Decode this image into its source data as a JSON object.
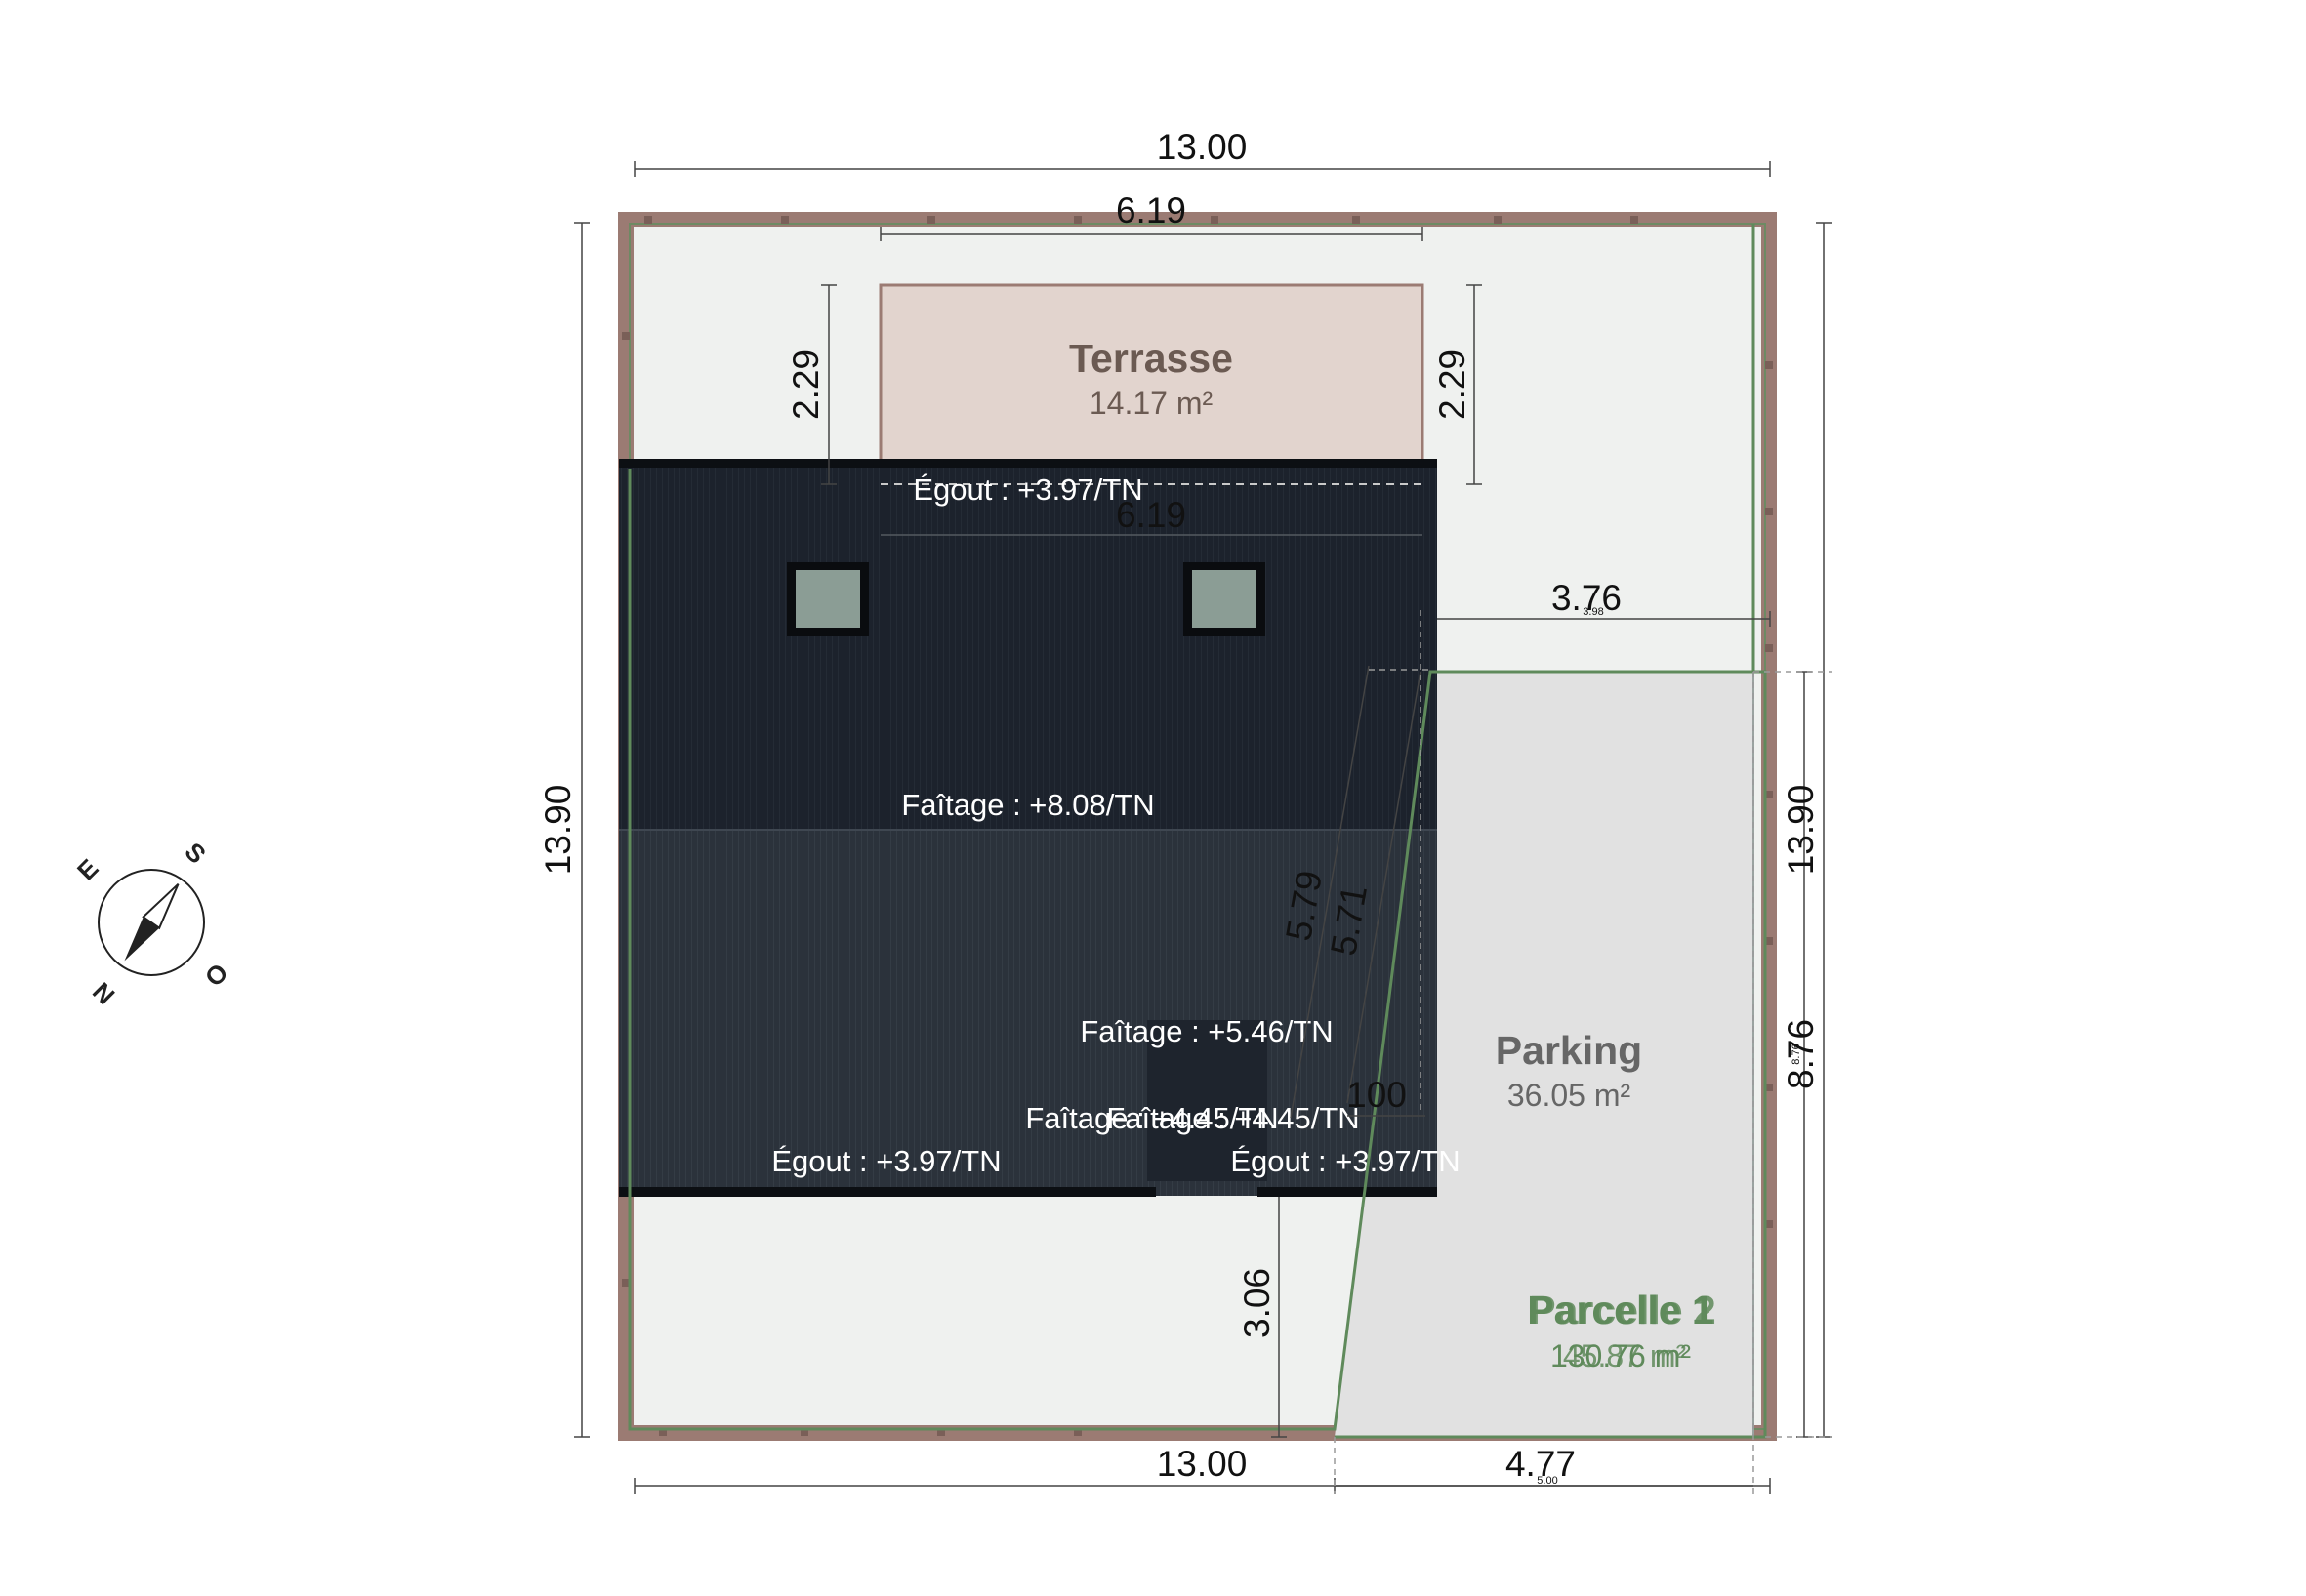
{
  "plot": {
    "dims": {
      "top_width": "13.00",
      "bottom_width": "13.00",
      "left_height": "13.90",
      "right_height": "13.90"
    }
  },
  "terrasse": {
    "title": "Terrasse",
    "area": "14.17 m²",
    "dim_width": "6.19",
    "dim_height_left": "2.29",
    "dim_height_right": "2.29"
  },
  "roof": {
    "width_dim": "6.19",
    "labels": {
      "egout_top": "Égout : +3.97/TN",
      "faitage_main": "Faîtage : +8.08/TN",
      "faitage_annex": "Faîtage : +5.46/TN",
      "faitage_overlap_a": "Faîtage : +4.45/TN",
      "faitage_overlap_b": "Faîtage : +4.45/TN",
      "egout_bottom_left": "Égout : +3.97/TN",
      "egout_bottom_right": "Égout : +3.97/TN"
    },
    "diag_dim_a": "5.79",
    "diag_dim_b": "5.71",
    "small_dim": "100",
    "bottom_gap_dim": "3.06"
  },
  "parking": {
    "title": "Parking",
    "area": "36.05 m²",
    "dim_top": "3.76",
    "dim_top_small": "3.98",
    "dim_bottom": "4.77",
    "dim_bottom_small": "5.00",
    "dim_right": "8.76",
    "dim_right_small": "8.76"
  },
  "parcelle": {
    "title_a": "Parcelle 1",
    "title_b": "Parcelle 2",
    "area_a": "130.76 m²",
    "area_b": "45.87 m²"
  },
  "compass": {
    "labels": [
      "E",
      "S",
      "O",
      "N"
    ]
  },
  "colors": {
    "boundary_brown": "#9b7b73",
    "parcel_green": "#5f8a5b",
    "ground": "#eff1ef",
    "roof_dark": "#1c222c",
    "roof_light": "#2b323b",
    "terrasse_fill": "#e2d4ce",
    "parking_fill": "#e1e1e1",
    "window_glass": "#8b9d95"
  }
}
